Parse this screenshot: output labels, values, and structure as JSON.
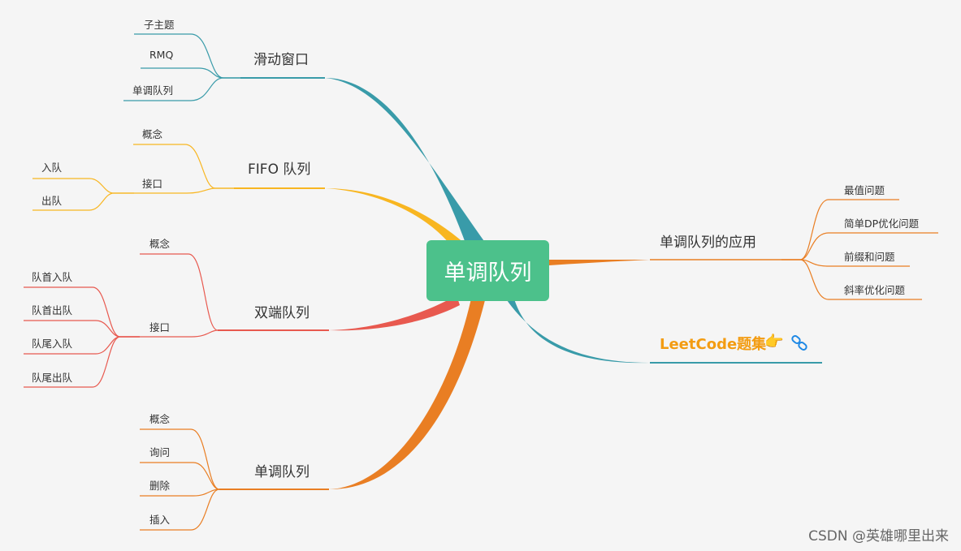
{
  "root": {
    "label": "单调队列"
  },
  "colors": {
    "teal": "#399ba9",
    "yellow": "#f8b621",
    "red": "#e8594f",
    "orange": "#e97e23",
    "root_fill": "#4cc18b",
    "link_label": "#f39c12",
    "link_icon": "#1e88e5"
  },
  "branches": {
    "sliding_window": {
      "label": "滑动窗口",
      "children": [
        "子主题",
        "RMQ",
        "单调队列"
      ]
    },
    "fifo": {
      "label": "FIFO 队列",
      "children": {
        "concept": "概念",
        "interface": "接口",
        "interface_children": [
          "入队",
          "出队"
        ]
      }
    },
    "deque": {
      "label": "双端队列",
      "children": {
        "concept": "概念",
        "interface": "接口",
        "interface_children": [
          "队首入队",
          "队首出队",
          "队尾入队",
          "队尾出队"
        ]
      }
    },
    "mono_queue": {
      "label": "单调队列",
      "children": [
        "概念",
        "询问",
        "删除",
        "插入"
      ]
    },
    "application": {
      "label": "单调队列的应用",
      "children": [
        "最值问题",
        "简单DP优化问题",
        "前缀和问题",
        "斜率优化问题"
      ]
    },
    "leetcode": {
      "label": "LeetCode题集",
      "icons": [
        "pointing-hand-icon",
        "link-icon"
      ]
    }
  },
  "watermark": "CSDN @英雄哪里出来"
}
